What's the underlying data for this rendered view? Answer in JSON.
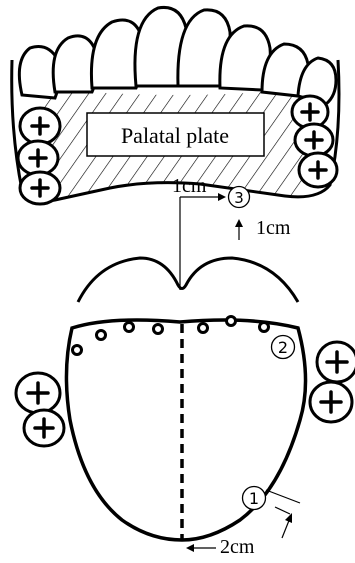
{
  "diagram": {
    "palatal_plate_label": "Palatal plate",
    "markers": [
      {
        "id": "1",
        "glyph": "①"
      },
      {
        "id": "2",
        "glyph": "②"
      },
      {
        "id": "3",
        "glyph": "③"
      }
    ],
    "measurements": {
      "marker3_horizontal": "1cm",
      "marker3_vertical": "1cm",
      "marker1_distance": "2cm"
    }
  }
}
